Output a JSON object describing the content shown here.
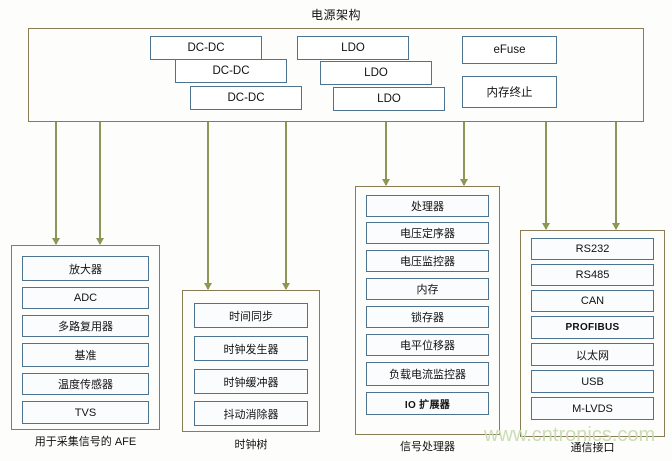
{
  "diagram": {
    "title": "电源架构",
    "watermark": "www.cntronics.com",
    "colors": {
      "group_border": "#8a7c55",
      "chip_border": "#4c7490",
      "arrow": "#8f9655",
      "watermark": "#c9dcb4",
      "background": "#fdfdfb"
    }
  },
  "power_block": {
    "dcdc": [
      "DC-DC",
      "DC-DC",
      "DC-DC"
    ],
    "ldo": [
      "LDO",
      "LDO",
      "LDO"
    ],
    "others": [
      "eFuse",
      "内存终止"
    ]
  },
  "groups": [
    {
      "id": "afe",
      "label": "用于采集信号的 AFE",
      "items": [
        "放大器",
        "ADC",
        "多路复用器",
        "基准",
        "温度传感器",
        "TVS"
      ]
    },
    {
      "id": "clock-tree",
      "label": "时钟树",
      "items": [
        "时间同步",
        "时钟发生器",
        "时钟缓冲器",
        "抖动消除器"
      ]
    },
    {
      "id": "signal-processor",
      "label": "信号处理器",
      "items": [
        "处理器",
        "电压定序器",
        "电压监控器",
        "内存",
        "锁存器",
        "电平位移器",
        "负载电流监控器",
        "IO 扩展器"
      ]
    },
    {
      "id": "comm-interface",
      "label": "通信接口",
      "items": [
        "RS232",
        "RS485",
        "CAN",
        "PROFIBUS",
        "以太网",
        "USB",
        "M-LVDS"
      ]
    }
  ]
}
